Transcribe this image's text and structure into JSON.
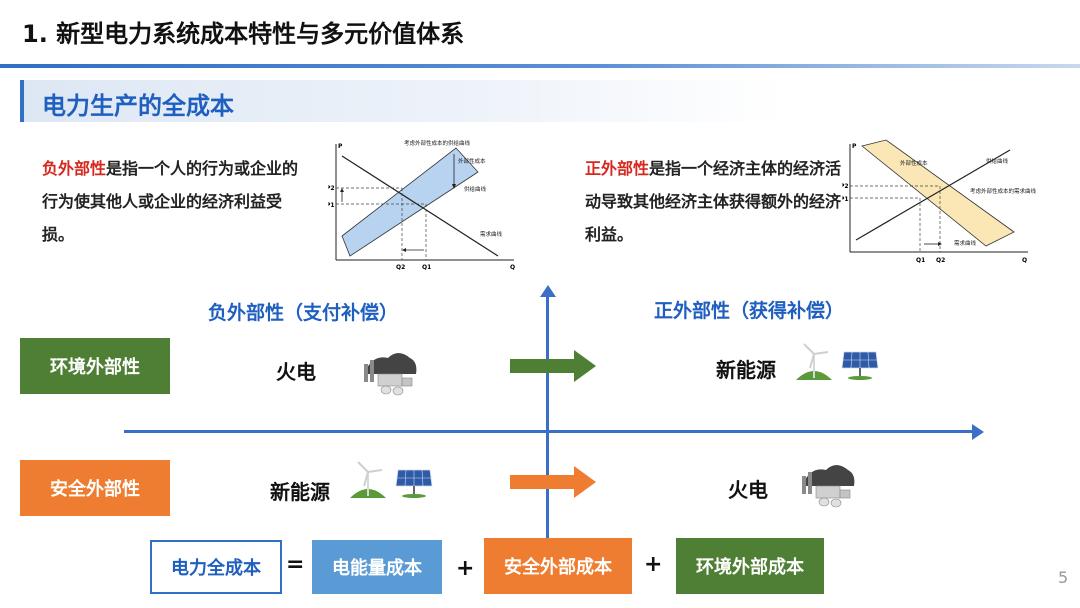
{
  "header": {
    "title": "1. 新型电力系统成本特性与多元价值体系"
  },
  "section": {
    "title": "电力生产的全成本"
  },
  "negative": {
    "highlight": "负外部性",
    "text": "是指一个人的行为或企业的行为使其他人或企业的经济利益受损。"
  },
  "positive": {
    "highlight": "正外部性",
    "text": "是指一个经济主体的经济活动导致其他经济主体获得额外的经济利益。"
  },
  "chart_left": {
    "p": "P",
    "q": "Q",
    "p2": "P2",
    "p1": "P1",
    "q2": "Q2",
    "q1": "Q1",
    "label_cost_curve": "考虑外部性成本的供给曲线",
    "label_ext_cost": "外部性成本",
    "label_supply": "供给曲线",
    "label_demand": "需求曲线"
  },
  "chart_right": {
    "p": "P",
    "q": "Q",
    "p2": "P2",
    "p1": "P1",
    "q1": "Q1",
    "q2": "Q2",
    "label_ext_cost": "外部性成本",
    "label_supply": "供给曲线",
    "label_demand_ext": "考虑外部性成本的需求曲线",
    "label_demand": "需求曲线"
  },
  "matrix": {
    "neg_header": "负外部性（支付补偿）",
    "pos_header": "正外部性（获得补偿）",
    "row_env": "环境外部性",
    "row_safety": "安全外部性",
    "env_left": "火电",
    "env_right": "新能源",
    "safety_left": "新能源",
    "safety_right": "火电"
  },
  "formula": {
    "total": "电力全成本",
    "eq": "=",
    "term1": "电能量成本",
    "plus1": "+",
    "term2": "安全外部成本",
    "plus2": "+",
    "term3": "环境外部成本"
  },
  "colors": {
    "blue": "#2f6fc4",
    "green": "#4e7f34",
    "orange": "#ee7d31",
    "lightblue": "#5b9bd5",
    "red": "#d6281f"
  },
  "icons": [
    "power-plant-icon",
    "wind-turbine-icon",
    "solar-panel-icon",
    "right-arrow-icon"
  ],
  "footer": {
    "page_number": "5"
  }
}
